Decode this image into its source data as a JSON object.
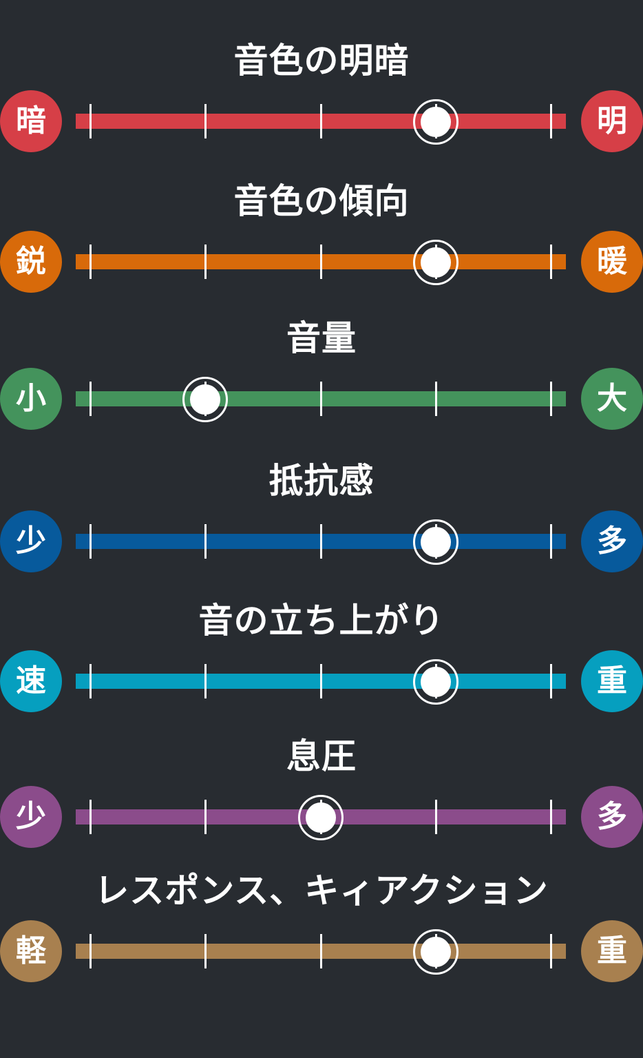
{
  "sliders": [
    {
      "title": "音色の明暗",
      "left": "暗",
      "right": "明",
      "color": "#d63f47",
      "value": 0.75
    },
    {
      "title": "音色の傾向",
      "left": "鋭",
      "right": "暖",
      "color": "#d86a0a",
      "value": 0.75
    },
    {
      "title": "音量",
      "left": "小",
      "right": "大",
      "color": "#44935c",
      "value": 0.25
    },
    {
      "title": "抵抗感",
      "left": "少",
      "right": "多",
      "color": "#075a9c",
      "value": 0.75
    },
    {
      "title": "音の立ち上がり",
      "left": "速",
      "right": "重",
      "color": "#069fbf",
      "value": 0.75
    },
    {
      "title": "息圧",
      "left": "少",
      "right": "多",
      "color": "#8b4c8b",
      "value": 0.5
    },
    {
      "title": "レスポンス、キィアクション",
      "left": "軽",
      "right": "重",
      "color": "#a8804f",
      "value": 0.75
    }
  ]
}
